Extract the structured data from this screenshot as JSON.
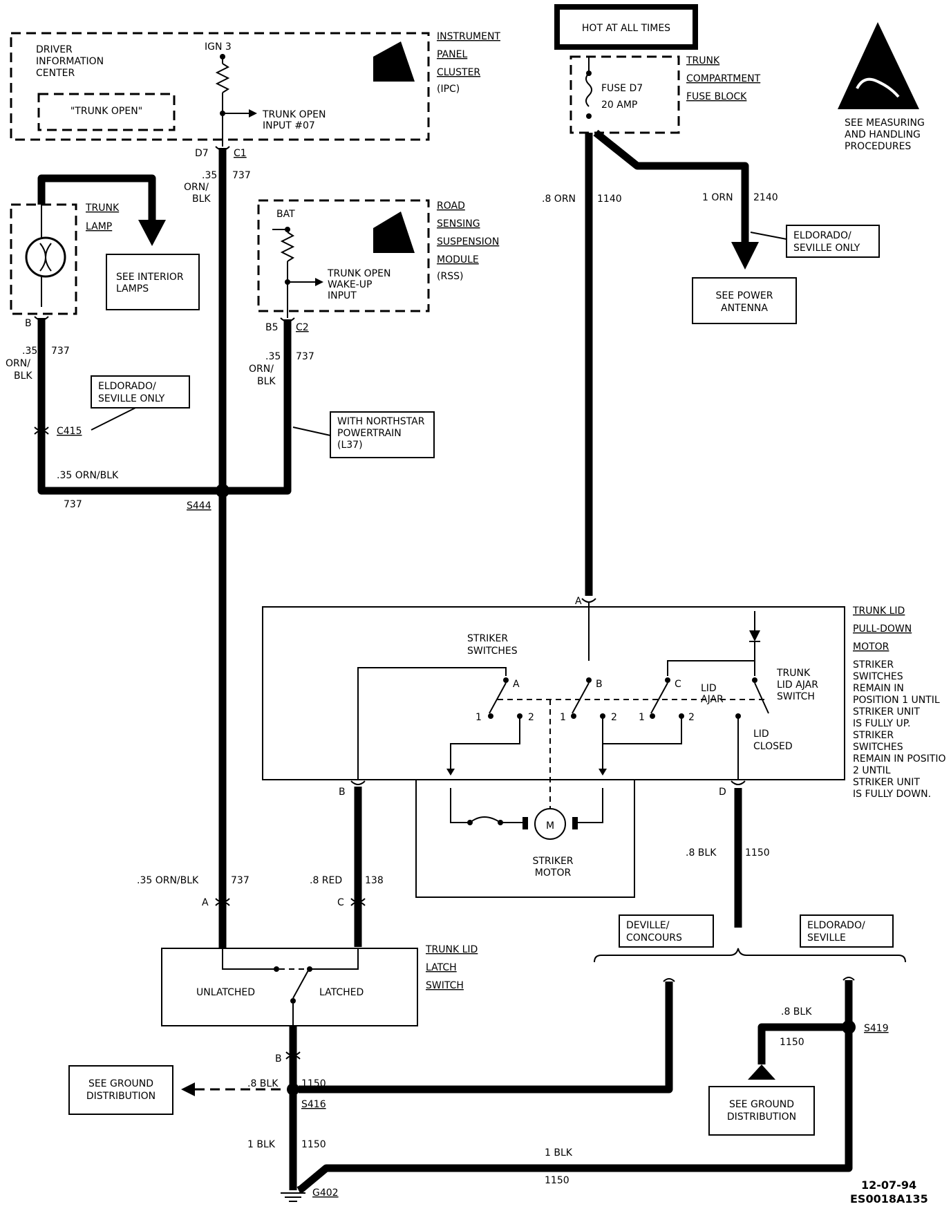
{
  "top": {
    "hot_at_all_times": "HOT AT ALL TIMES",
    "fuse_name": "FUSE D7",
    "fuse_rating": "20 AMP",
    "fuse_block_l1": "TRUNK",
    "fuse_block_l2": "COMPARTMENT",
    "fuse_block_l3": "FUSE BLOCK",
    "esd_l1": "SEE MEASURING",
    "esd_l2": "AND HANDLING",
    "esd_l3": "PROCEDURES"
  },
  "ipc": {
    "dic_l1": "DRIVER",
    "dic_l2": "INFORMATION",
    "dic_l3": "CENTER",
    "trunk_open_msg": "\"TRUNK OPEN\"",
    "ign": "IGN 3",
    "input_l1": "TRUNK OPEN",
    "input_l2": "INPUT #07",
    "name_l1": "INSTRUMENT",
    "name_l2": "PANEL",
    "name_l3": "CLUSTER",
    "name_l4": "(IPC)",
    "pin": "D7",
    "connector": "C1"
  },
  "wires": {
    "w737_size_a": ".35",
    "w737_size_b": "ORN/",
    "w737_size_c": "BLK",
    "circuit_737": "737",
    "w1140_label": ".8 ORN",
    "circuit_1140": "1140",
    "w2140_label": "1 ORN",
    "circuit_2140": "2140",
    "horiz_737_label": ".35 ORN/BLK",
    "horiz_737_circuit": "737",
    "latch_737_label": ".35 ORN/BLK",
    "latch_138_label": ".8 RED",
    "circuit_138": "138",
    "w1150_label": ".8 BLK",
    "circuit_1150": "1150",
    "w1150_ground_label": "1 BLK",
    "w1150_long_label": "1 BLK"
  },
  "trunk_lamp": {
    "name_l1": "TRUNK",
    "name_l2": "LAMP",
    "see_l1": "SEE INTERIOR",
    "see_l2": "LAMPS",
    "pin": "B"
  },
  "rss": {
    "bat": "BAT",
    "input_l1": "TRUNK OPEN",
    "input_l2": "WAKE-UP",
    "input_l3": "INPUT",
    "name_l1": "ROAD",
    "name_l2": "SENSING",
    "name_l3": "SUSPENSION",
    "name_l4": "MODULE",
    "name_l5": "(RSS)",
    "pin": "B5",
    "connector": "C2"
  },
  "notes": {
    "eldorado_seville_l1": "ELDORADO/",
    "eldorado_seville_l2": "SEVILLE ONLY",
    "c415": "C415",
    "northstar_l1": "WITH NORTHSTAR",
    "northstar_l2": "POWERTRAIN",
    "northstar_l3": "(L37)",
    "s444": "S444",
    "antenna_note_l1": "ELDORADO/",
    "antenna_note_l2": "SEVILLE ONLY",
    "see_power_l1": "SEE POWER",
    "see_power_l2": "ANTENNA"
  },
  "motor": {
    "pin_a": "A",
    "pin_b": "B",
    "pin_d": "D",
    "striker_switches_l1": "STRIKER",
    "striker_switches_l2": "SWITCHES",
    "sw_a": "A",
    "sw_b": "B",
    "sw_c": "C",
    "pos1": "1",
    "pos2": "2",
    "lid_ajar_l1": "LID",
    "lid_ajar_l2": "AJAR",
    "lid_closed_l1": "LID",
    "lid_closed_l2": "CLOSED",
    "ajar_sw_l1": "TRUNK",
    "ajar_sw_l2": "LID AJAR",
    "ajar_sw_l3": "SWITCH",
    "motor_symbol": "M",
    "striker_motor_l1": "STRIKER",
    "striker_motor_l2": "MOTOR",
    "name_l1": "TRUNK LID",
    "name_l2": "PULL-DOWN",
    "name_l3": "MOTOR",
    "note_l1": "STRIKER",
    "note_l2": "SWITCHES",
    "note_l3": "REMAIN IN",
    "note_l4": "POSITION 1 UNTIL",
    "note_l5": "STRIKER UNIT",
    "note_l6": "IS FULLY UP.",
    "note_l7": "STRIKER",
    "note_l8": "SWITCHES",
    "note_l9": "REMAIN IN POSITIO",
    "note_l10": "2 UNTIL",
    "note_l11": "STRIKER UNIT",
    "note_l12": "IS FULLY DOWN."
  },
  "latch": {
    "pin_a": "A",
    "pin_c": "C",
    "pin_b": "B",
    "unlatched": "UNLATCHED",
    "latched": "LATCHED",
    "name_l1": "TRUNK LID",
    "name_l2": "LATCH",
    "name_l3": "SWITCH"
  },
  "ground": {
    "deville_l1": "DEVILLE/",
    "deville_l2": "CONCOURS",
    "eldorado_l1": "ELDORADO/",
    "eldorado_l2": "SEVILLE",
    "s419": "S419",
    "s416": "S416",
    "g402": "G402",
    "see_ground_l1": "SEE GROUND",
    "see_ground_l2": "DISTRIBUTION"
  },
  "footer": {
    "date": "12-07-94",
    "code": "ES0018A135"
  }
}
